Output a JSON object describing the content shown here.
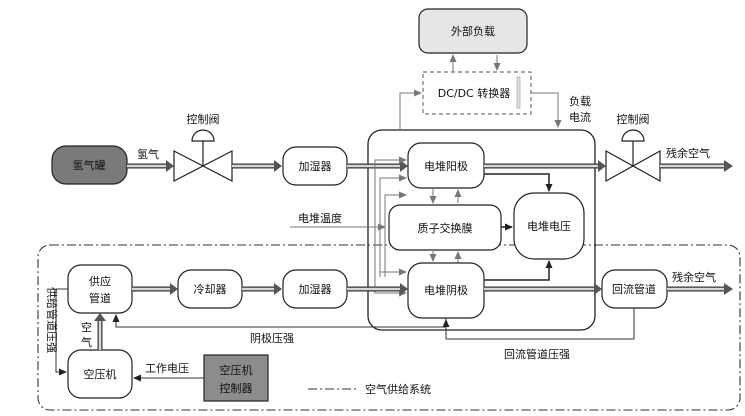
{
  "labels": {
    "external_load": "外部负载",
    "dcdc": "DC/DC 转换器",
    "load_current_1": "负载",
    "load_current_2": "电流",
    "control_valve_left": "控制阀",
    "control_valve_right": "控制阀",
    "h2_tank": "氢气罐",
    "hydrogen": "氢气",
    "humidifier_top": "加湿器",
    "stack_anode": "电堆阳极",
    "residual_air_top": "残余空气",
    "stack_temperature": "电堆温度",
    "membrane": "质子交换膜",
    "stack_voltage": "电堆电压",
    "supply_pipe_1": "供应",
    "supply_pipe_2": "管道",
    "cooler": "冷却器",
    "humidifier_bottom": "加湿器",
    "stack_cathode": "电堆阴极",
    "return_pipe": "回流管道",
    "residual_air_bottom": "残余空气",
    "supply_pipe_pressure": "供给管道压强",
    "air_1": "空",
    "air_2": "气",
    "cathode_pressure": "阴极压强",
    "return_pipe_pressure": "回流管道压强",
    "compressor": "空压机",
    "working_voltage": "工作电压",
    "compressor_controller_1": "空压机",
    "compressor_controller_2": "控制器",
    "legend_air_supply": "空气供给系统"
  },
  "colors": {
    "tank_fill": "#7a7a7a",
    "load_fill": "#e6e6e6",
    "controller_fill": "#8c8c8c",
    "pipe_outline": "#333333",
    "pipe_inner": "#d8d8d8"
  }
}
